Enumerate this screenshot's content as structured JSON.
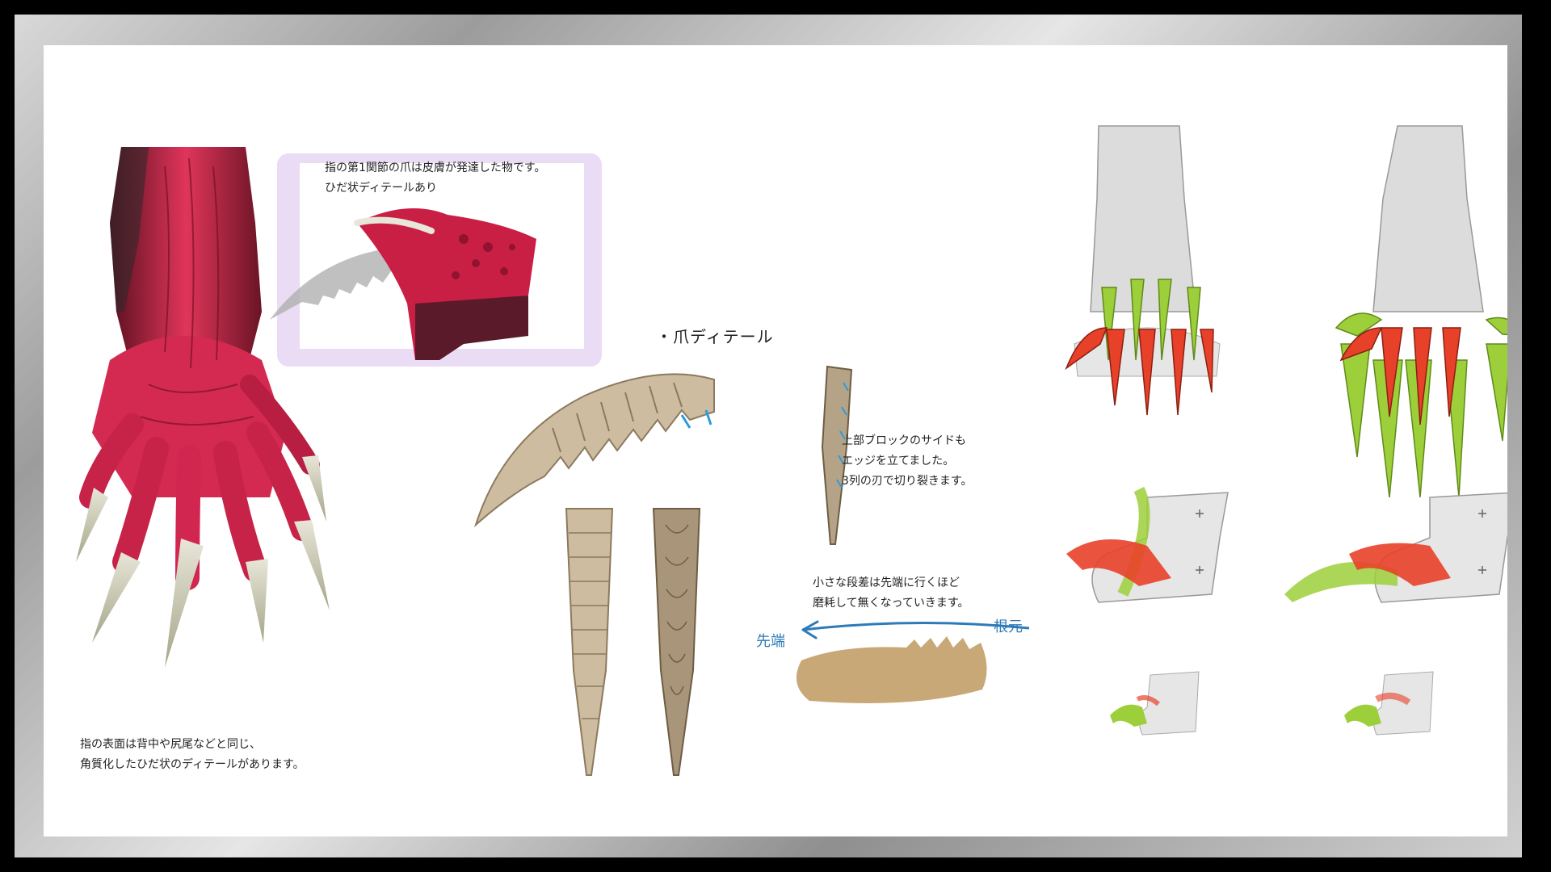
{
  "notes": {
    "inset_line1": "指の第1関節の爪は皮膚が発達した物です。",
    "inset_line2": "ひだ状ディテールあり",
    "heading": "・爪ディテール",
    "block_line1": "上部ブロックのサイドも",
    "block_line2": "エッジを立てました。",
    "block_line3": "3列の刃で切り裂きます。",
    "wear_line1": "小さな段差は先端に行くほど",
    "wear_line2": "磨耗して無くなっていきます。",
    "tip_label": "先端",
    "root_label": "根元",
    "hand_line1": "指の表面は背中や尻尾などと同じ、",
    "hand_line2": "角質化したひだ状のディテールがあります。"
  },
  "colors": {
    "claw_red": "#e8412a",
    "claw_green": "#9ccf3a",
    "hand_red": "#d8264a",
    "bone": "#c9b69a",
    "inset_bg": "#ebdcf6",
    "arrow_blue": "#2d7bb8",
    "sand": "#c9a877"
  }
}
